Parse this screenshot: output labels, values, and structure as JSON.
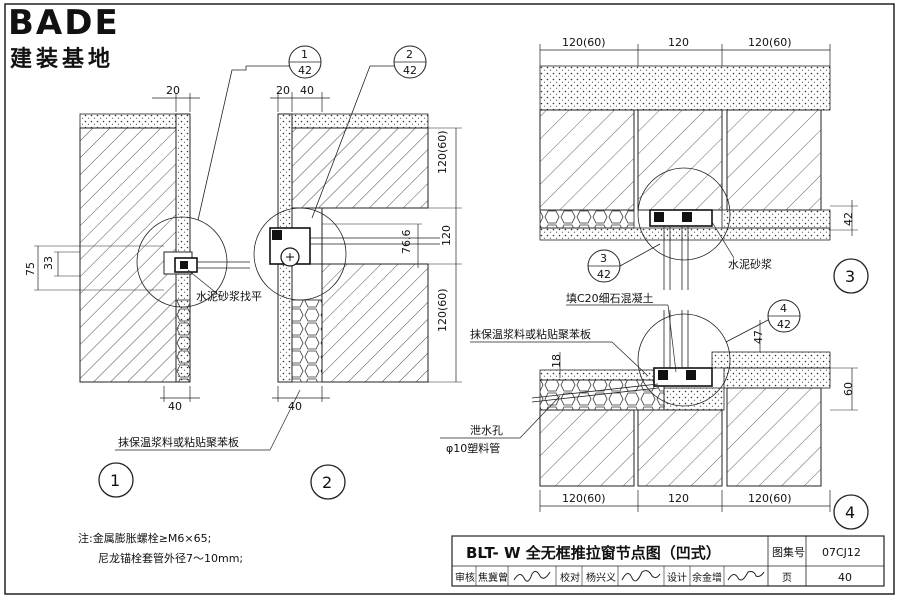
{
  "logo": {
    "brand": "BADE",
    "subtitle": "建装基地"
  },
  "detail1": {
    "dims": {
      "top": "20",
      "left_outer": "75",
      "left_inner": "33",
      "bottom": "40"
    },
    "callout": {
      "num": "1",
      "sheet": "42"
    },
    "note": "水泥砂浆找平",
    "label": "1"
  },
  "detail2": {
    "dims": {
      "top_a": "20",
      "top_b": "40",
      "r1": "120(60)",
      "r2": "120",
      "r3": "120(60)",
      "r_inner": "76.6",
      "bottom": "40"
    },
    "callout": {
      "num": "2",
      "sheet": "42"
    },
    "label": "2"
  },
  "shared_note": "抹保温浆料或粘贴聚苯板",
  "detail3": {
    "dims": {
      "a": "120(60)",
      "b": "120",
      "c": "120(60)",
      "right": "42"
    },
    "callout": {
      "num": "3",
      "sheet": "42"
    },
    "note": "水泥砂浆",
    "label": "3"
  },
  "detail4": {
    "dims": {
      "a": "120(60)",
      "b": "120",
      "c": "120(60)",
      "d47": "47",
      "d18": "18",
      "d60": "60"
    },
    "callout": {
      "num": "4",
      "sheet": "42"
    },
    "note_fill": "填C20细石混凝土",
    "note_insul": "抹保温浆料或粘贴聚苯板",
    "note_drain1": "泄水孔",
    "note_drain2": "φ10塑料管",
    "label": "4"
  },
  "notes": {
    "line1": "注:金属膨胀螺栓≥M6×65;",
    "line2": "尼龙锚栓套管外径7～10mm;"
  },
  "title_block": {
    "title": "BLT- W 全无框推拉窗节点图（凹式）",
    "atlas_label": "图集号",
    "atlas_value": "07CJ12",
    "review_label": "审核",
    "review_name": "焦冀曾",
    "check_label": "校对",
    "check_name": "杨兴义",
    "design_label": "设计",
    "design_name": "余金增",
    "page_label": "页",
    "page_value": "40"
  }
}
